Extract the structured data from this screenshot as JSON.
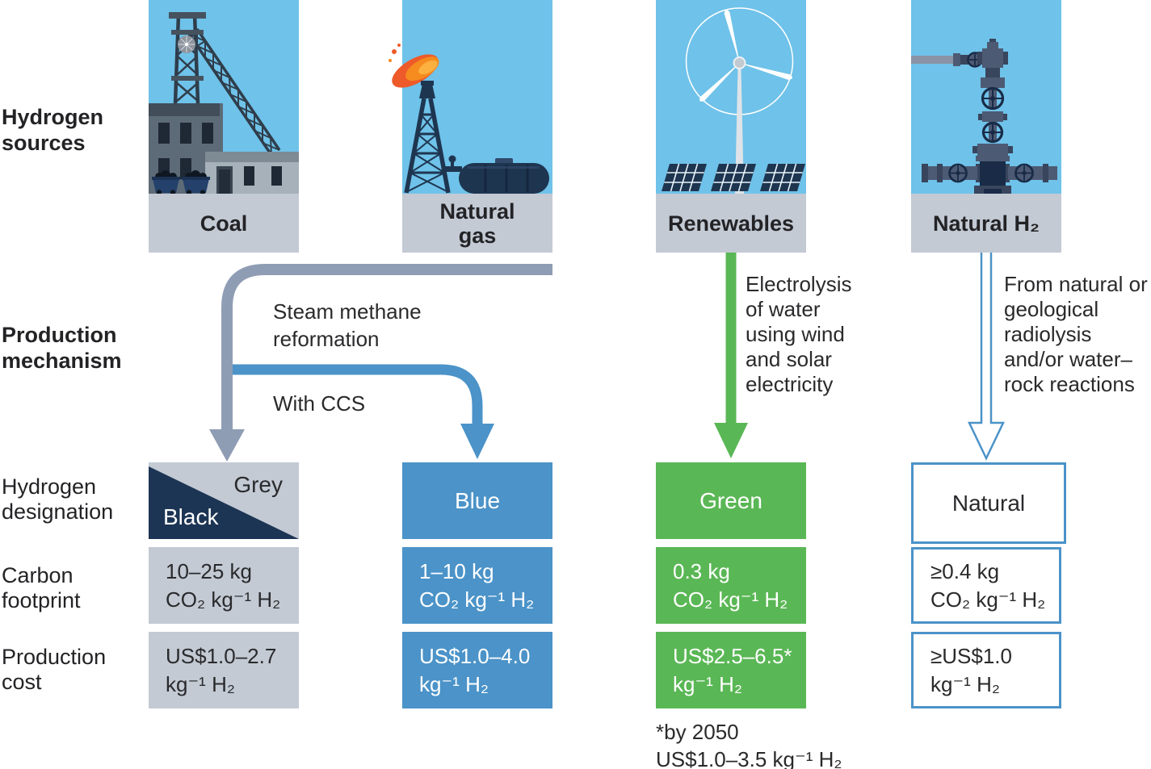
{
  "row_labels": {
    "sources": "Hydrogen sources",
    "mechanism": "Production mechanism",
    "designation": "Hydrogen designation",
    "carbon": "Carbon footprint",
    "cost": "Production cost"
  },
  "columns": [
    {
      "source": "Coal",
      "icon": "coal-mine-icon",
      "designation_grey": "Grey",
      "designation_black": "Black",
      "carbon_line1": "10–25 kg",
      "carbon_line2": "CO₂ kg⁻¹ H₂",
      "cost_line1": "US$1.0–2.7",
      "cost_line2": "kg⁻¹ H₂"
    },
    {
      "source": "Natural gas",
      "icon": "gas-flare-icon",
      "designation": "Blue",
      "carbon_line1": "1–10 kg",
      "carbon_line2": "CO₂ kg⁻¹ H₂",
      "cost_line1": "US$1.0–4.0",
      "cost_line2": "kg⁻¹ H₂"
    },
    {
      "source": "Renewables",
      "icon": "wind-solar-icon",
      "designation": "Green",
      "mechanism": "Electrolysis of water using wind and solar electricity",
      "carbon_line1": "0.3 kg",
      "carbon_line2": "CO₂ kg⁻¹ H₂",
      "cost_line1": "US$2.5–6.5*",
      "cost_line2": "kg⁻¹ H₂"
    },
    {
      "source": "Natural H₂",
      "icon": "wellhead-icon",
      "designation": "Natural",
      "mechanism": "From natural or geological radiolysis and/or water–rock reactions",
      "carbon_line1": "≥0.4 kg",
      "carbon_line2": "CO₂ kg⁻¹ H₂",
      "cost_line1": "≥US$1.0",
      "cost_line2": "kg⁻¹ H₂"
    }
  ],
  "mechanisms": {
    "steam_methane": "Steam methane reformation",
    "with_ccs": "With CCS"
  },
  "footnote": {
    "line1": "*by 2050",
    "line2": "US$1.0–3.5 kg⁻¹ H₂"
  },
  "colors": {
    "sky": "#6fc2e9",
    "band_grey": "#c3cad4",
    "blue": "#4b93c8",
    "green": "#5ab755",
    "navy": "#1d3554",
    "arrow_grey": "#8f9db4",
    "text_dark": "#2a2a2c"
  }
}
